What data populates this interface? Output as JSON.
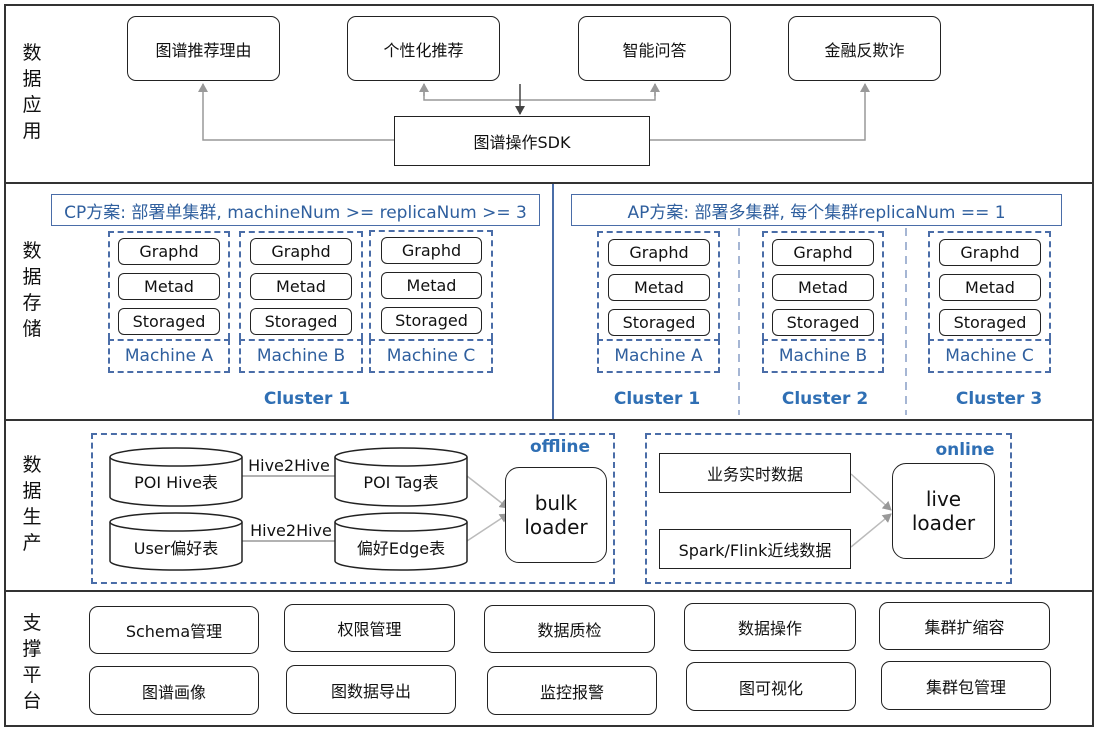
{
  "sections": {
    "app": {
      "label": "数据应用"
    },
    "storage": {
      "label": "数据存储"
    },
    "production": {
      "label": "数据生产"
    },
    "platform": {
      "label": "支撑平台"
    }
  },
  "app": {
    "items": [
      "图谱推荐理由",
      "个性化推荐",
      "智能问答",
      "金融反欺诈"
    ],
    "sdk": "图谱操作SDK"
  },
  "storage": {
    "cp_title": "CP方案: 部署单集群, machineNum >= replicaNum >= 3",
    "ap_title": "AP方案: 部署多集群, 每个集群replicaNum == 1",
    "components": [
      "Graphd",
      "Metad",
      "Storaged"
    ],
    "cp_machines": [
      "Machine A",
      "Machine B",
      "Machine C"
    ],
    "cp_cluster": "Cluster 1",
    "ap_machines": [
      "Machine A",
      "Machine B",
      "Machine C"
    ],
    "ap_clusters": [
      "Cluster 1",
      "Cluster 2",
      "Cluster 3"
    ]
  },
  "production": {
    "offline": {
      "label": "offline",
      "sources": [
        "POI Hive表",
        "User偏好表"
      ],
      "targets": [
        "POI Tag表",
        "偏好Edge表"
      ],
      "edge_label": "Hive2Hive",
      "loader": "bulk\nloader"
    },
    "online": {
      "label": "online",
      "sources": [
        "业务实时数据",
        "Spark/Flink近线数据"
      ],
      "loader": "live\nloader"
    }
  },
  "platform": {
    "row1": [
      "Schema管理",
      "权限管理",
      "数据质检",
      "数据操作",
      "集群扩缩容"
    ],
    "row2": [
      "图谱画像",
      "图数据导出",
      "监控报警",
      "图可视化",
      "集群包管理"
    ]
  },
  "colors": {
    "accent": "#2f5f9e",
    "cluster": "#2f6fb4",
    "arrow": "#999999"
  }
}
